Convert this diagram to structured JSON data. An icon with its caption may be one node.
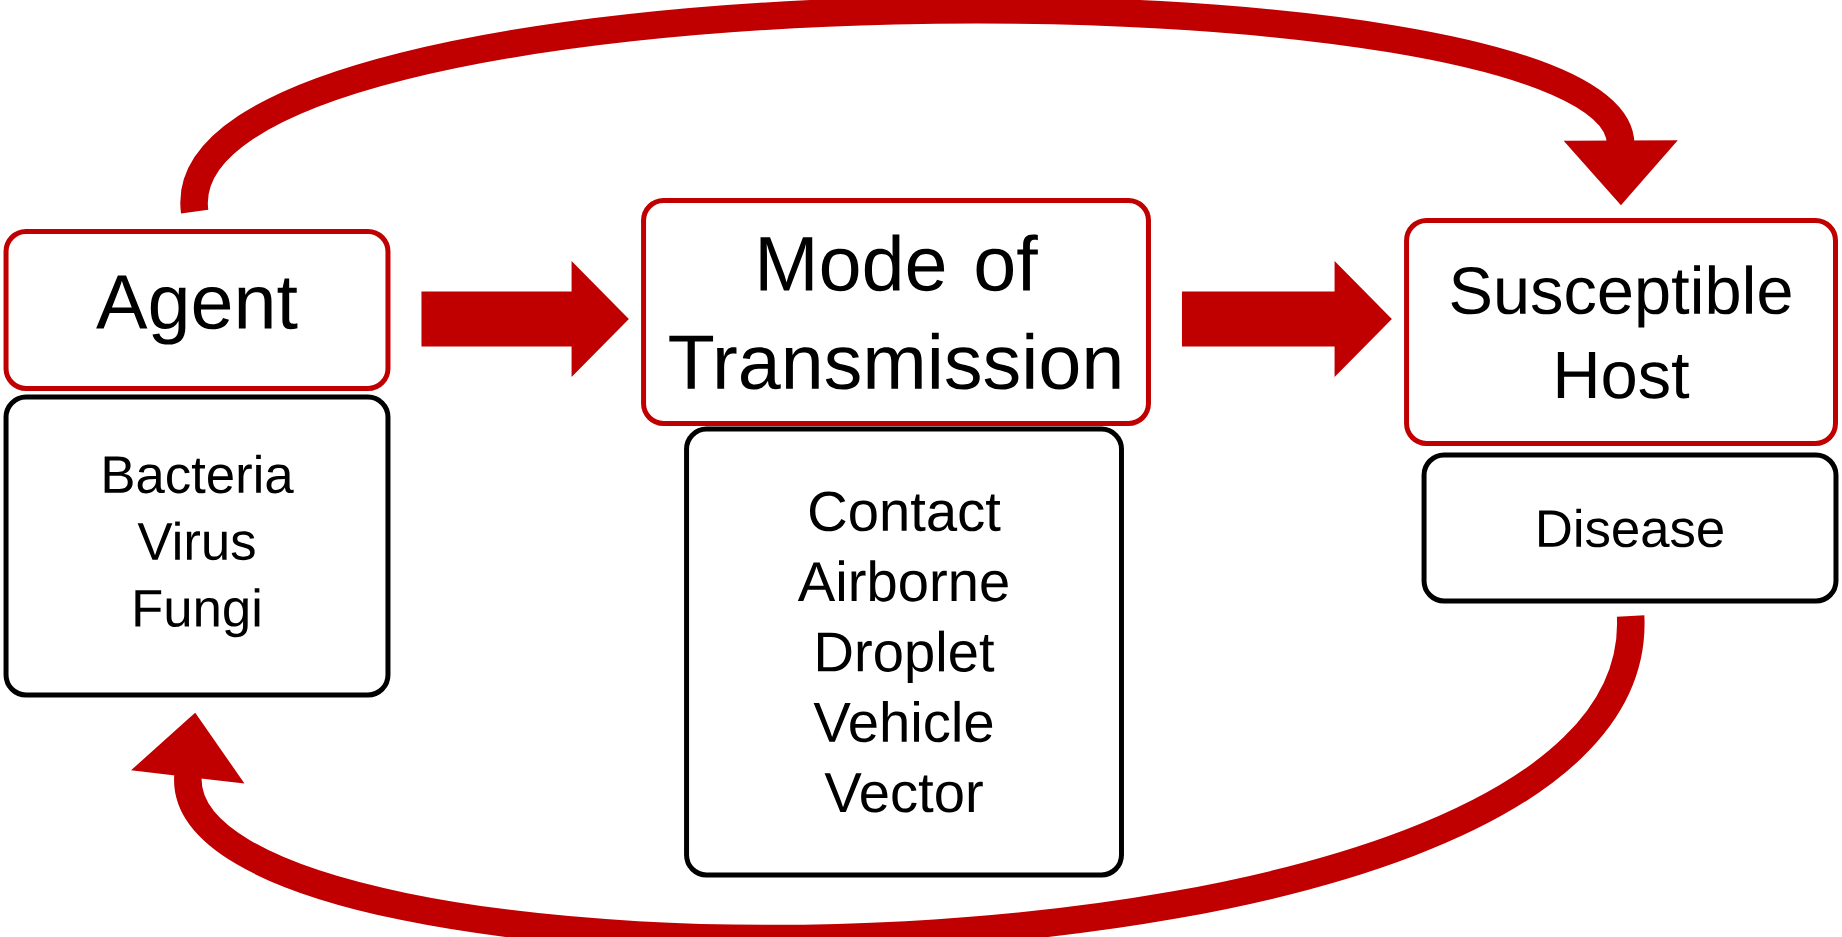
{
  "diagram": {
    "nodes": [
      {
        "text": [
          "Agent"
        ]
      },
      {
        "text": [
          "Bacteria",
          "Virus",
          "Fungi"
        ]
      },
      {
        "text": [
          "Mode of Transmission"
        ]
      },
      {
        "text": [
          "Contact",
          "Airborne",
          "Droplet",
          "Vehicle",
          "Vector"
        ]
      },
      {
        "text": [
          "Susceptible Host"
        ]
      },
      {
        "text": [
          "Disease"
        ]
      }
    ],
    "edges": [
      {
        "from": 0,
        "to": 2,
        "arrow": "to",
        "style": "thick"
      },
      {
        "from": 2,
        "to": 4,
        "arrow": "to",
        "style": "thick"
      },
      {
        "from": 0,
        "to": 4,
        "arrow": "to"
      },
      {
        "from": 5,
        "to": 1,
        "arrow": "to"
      }
    ]
  }
}
